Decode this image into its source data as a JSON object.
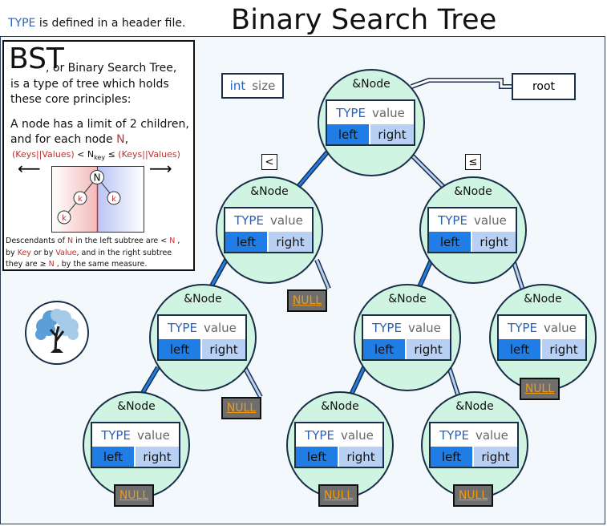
{
  "header": {
    "note_keyword": "TYPE",
    "note_rest": " is defined in a header file.",
    "title": "Binary Search Tree"
  },
  "info": {
    "bst": "BST",
    "intro1": ", or Binary Search Tree,",
    "intro2": "is a type of tree which holds these core principles:",
    "rule_part1": "A node has a limit of 2 children, and for each node ",
    "rule_n": "N",
    "rule_part2": ",",
    "formula": {
      "left_keys": "(Keys||Values)",
      "lt": " < N",
      "key_sub": "key",
      "le": " ≤ ",
      "right_keys": "(Keys||Values)"
    },
    "arrow_left": "⟵",
    "arrow_right": "⟶",
    "mini_diagram": {
      "root_label": "N",
      "child_label": "k"
    },
    "desc": {
      "p1": "Descendants of ",
      "n1": "N",
      "p2": " in the left subtree are < ",
      "n2": "N",
      "p3": " ,",
      "p4": "by ",
      "key": "Key",
      "p5": " or by ",
      "value": "Value",
      "p6": ", and in the right subtree",
      "p7": "they are ≥ ",
      "n3": "N",
      "p8": " , by the same measure."
    }
  },
  "size_box": {
    "type": "int",
    "name": "size"
  },
  "root_box": {
    "label": "root"
  },
  "comparators": {
    "left": "<",
    "right": "≤"
  },
  "node_template": {
    "label": "&Node",
    "type": "TYPE",
    "value": "value",
    "left": "left",
    "right": "right"
  },
  "null_label": "NULL",
  "colors": {
    "node_fill": "#cff5e2",
    "left_cell": "#1f7de5",
    "right_cell": "#b8d0f3",
    "null_fill": "#6e6e6e",
    "null_text": "#f29a10",
    "type_text": "#2a62b8",
    "accent_red": "#c03030"
  }
}
